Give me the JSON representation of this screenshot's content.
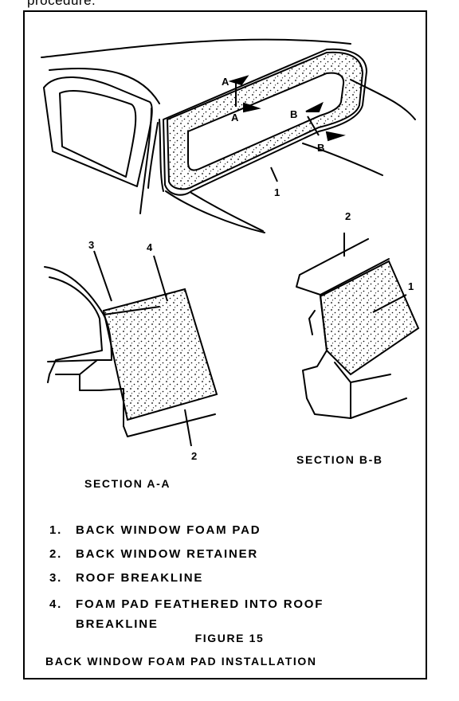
{
  "top_text": "procedure.",
  "callouts": {
    "arrow_a_top": "A",
    "arrow_a_bottom": "A",
    "arrow_b_left": "B",
    "arrow_b_bottom": "B",
    "main_1": "1",
    "sec_a_3": "3",
    "sec_a_4": "4",
    "sec_a_2": "2",
    "sec_b_2": "2",
    "sec_b_1": "1"
  },
  "section_a_label": "SECTION A-A",
  "section_b_label": "SECTION B-B",
  "legend": [
    {
      "num": "1.",
      "text": "BACK WINDOW FOAM PAD"
    },
    {
      "num": "2.",
      "text": "BACK WINDOW RETAINER"
    },
    {
      "num": "3.",
      "text": "ROOF BREAKLINE"
    },
    {
      "num": "4.",
      "text": "FOAM PAD FEATHERED INTO ROOF",
      "continued": "BREAKLINE"
    }
  ],
  "figure_number": "FIGURE 15",
  "figure_caption": "BACK WINDOW FOAM PAD INSTALLATION"
}
